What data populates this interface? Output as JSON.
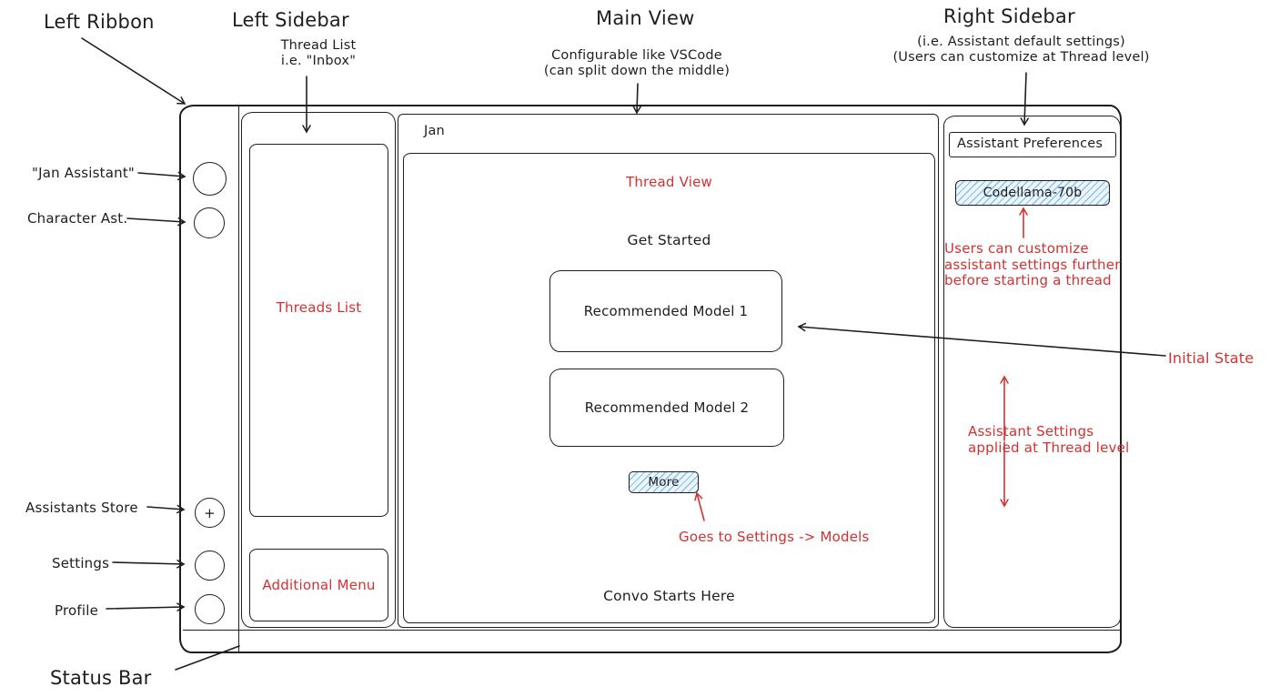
{
  "colors": {
    "ink": "#1e1e1e",
    "annotation_red": "#d33131",
    "hatch_fill": "#ecf6fd",
    "hatch_line": "#6eafde"
  },
  "callouts": {
    "left_ribbon": "Left Ribbon",
    "left_sidebar": {
      "title": "Left Sidebar",
      "line1": "Thread List",
      "line2": "i.e. \"Inbox\""
    },
    "main_view": {
      "title": "Main View",
      "line1": "Configurable like VSCode",
      "line2": "(can split down the middle)"
    },
    "right_sidebar": {
      "title": "Right Sidebar",
      "line1": "(i.e. Assistant default settings)",
      "line2": "(Users can customize at Thread level)"
    },
    "jan_assistant": "\"Jan Assistant\"",
    "character_ast": "Character Ast.",
    "assistants_store": "Assistants Store",
    "settings": "Settings",
    "profile": "Profile",
    "status_bar": "Status Bar",
    "initial_state": "Initial State",
    "customize_note_lines": [
      "Users can customize",
      "assistant settings further",
      "before starting a thread"
    ],
    "thread_level_note_line1": "Assistant Settings",
    "thread_level_note_line2": "applied at Thread level",
    "goes_to_settings": "Goes to Settings -> Models"
  },
  "window": {
    "main_title": "Jan",
    "ribbon": {
      "plus": "+"
    },
    "sidebar": {
      "threads_list": "Threads List",
      "additional_menu": "Additional Menu"
    },
    "main": {
      "thread_view": "Thread View",
      "get_started": "Get Started",
      "model1": "Recommended Model 1",
      "model2": "Recommended Model 2",
      "more": "More",
      "convo": "Convo Starts Here"
    },
    "right": {
      "header": "Assistant Preferences",
      "model": "Codellama-70b"
    }
  }
}
